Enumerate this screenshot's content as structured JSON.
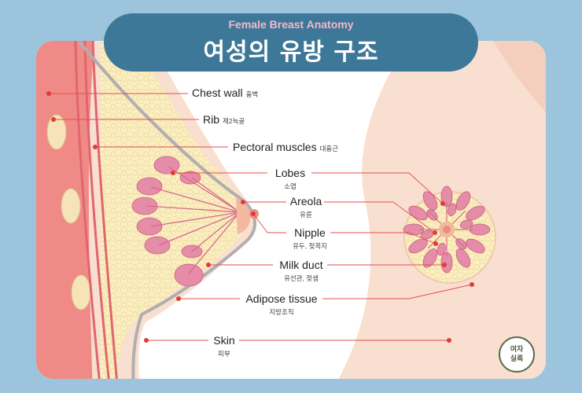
{
  "header": {
    "subtitle": "Female Breast Anatomy",
    "title": "여성의 유방 구조"
  },
  "labels": {
    "chest_wall": {
      "en": "Chest wall",
      "ko": "흉벽"
    },
    "rib": {
      "en": "Rib",
      "ko": "제2늑골"
    },
    "pectoral": {
      "en": "Pectoral muscles",
      "ko": "대흉근"
    },
    "lobes": {
      "en": "Lobes",
      "ko": "소엽"
    },
    "areola": {
      "en": "Areola",
      "ko": "유륜"
    },
    "nipple": {
      "en": "Nipple",
      "ko": "유두, 젖꼭지"
    },
    "milk_duct": {
      "en": "Milk duct",
      "ko": "유선관, 젖샘"
    },
    "adipose": {
      "en": "Adipose tissue",
      "ko": "지방조직"
    },
    "skin": {
      "en": "Skin",
      "ko": "피부"
    }
  },
  "logo": {
    "line1": "여자",
    "line2": "실록"
  },
  "colors": {
    "background": "#9cc4dc",
    "title_bar": "#3e7898",
    "subtitle_pink": "#f4b8c8",
    "skin": "#f8dccb",
    "leader_line": "#e05050",
    "lobe_pink": "#e48ca8",
    "muscle_red": "#e8707a"
  }
}
